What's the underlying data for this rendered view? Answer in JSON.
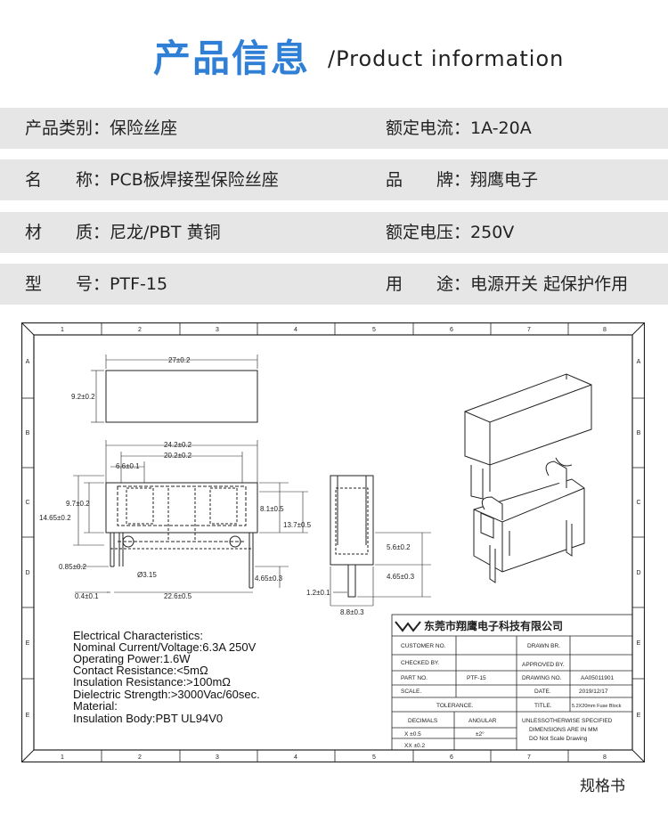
{
  "header": {
    "title_cn": "产品信息",
    "title_en": "/Product information"
  },
  "info_rows": [
    {
      "left_label": "产品类别",
      "left_value": "保险丝座",
      "right_label": "额定电流",
      "right_value": "1A-20A"
    },
    {
      "left_label": "名　　称",
      "left_value": "PCB板焊接型保险丝座",
      "right_label": "品　　牌",
      "right_value": "翔鹰电子"
    },
    {
      "left_label": "材　　质",
      "left_value": "尼龙/PBT 黄铜",
      "right_label": "额定电压",
      "right_value": "250V"
    },
    {
      "left_label": "型　　号",
      "left_value": "PTF-15",
      "right_label": "用　　途",
      "right_value": "电源开关 起保护作用"
    }
  ],
  "colon": "：",
  "drawing": {
    "grid_numbers": [
      "1",
      "2",
      "3",
      "4",
      "5",
      "6",
      "7",
      "8"
    ],
    "grid_letters": [
      "A",
      "B",
      "C",
      "D",
      "E",
      "E"
    ],
    "dimensions": {
      "top_width": "27±0.2",
      "top_height": "9.2±0.2",
      "outer_width": "24.2±0.2",
      "inner_width": "20.2±0.2",
      "small_width": "6.6±0.1",
      "height_9_7": "9.7±0.2",
      "height_14_65": "14.65±0.2",
      "height_8_1": "8.1±0.5",
      "height_13_7": "13.7±0.5",
      "pin_0_85": "0.85±0.2",
      "hole_3_15": "Ø3.15",
      "pin_4_65": "4.65±0.3",
      "pin_0_4": "0.4±0.1",
      "pitch_22_6": "22.6±0.5",
      "side_5_6": "5.6±0.2",
      "side_4_65": "4.65±0.3",
      "side_1_2": "1.2±0.1",
      "side_8_8": "8.8±0.3"
    },
    "specs": [
      "Electrical Characteristics:",
      "Nominal Current/Voltage:6.3A 250V",
      "Operating Power:1.6W",
      "Contact Resistance:<5mΩ",
      "Insulation Resistance:>100mΩ",
      "Dielectric Strength:>3000Vac/60sec.",
      "Material:",
      "Insulation Body:PBT UL94V0"
    ],
    "title_block": {
      "company": "东莞市翔鹰电子科技有限公司",
      "customer_no": "CUSTOMER NO.",
      "drawn_by": "DRAWN BR.",
      "checked_by": "CHECKED BY.",
      "approved_by": "APPROVED BY.",
      "part_no": "PART NO.",
      "part_no_value": "PTF-15",
      "drawing_no": "DRAWING NO.",
      "drawing_no_value": "AA05011901",
      "scale": "SCALE.",
      "date": "DATE.",
      "date_value": "2019/12/17",
      "tolerance": "TOLERANCE.",
      "title_label": "TITLE.",
      "title_value": "5.2X20mm Fuse Block",
      "decimals": "DECIMALS",
      "angular": "ANGULAR",
      "x_tol": "X  ±0.5",
      "xx_tol": "XX  ±0.2",
      "angle_tol": "±2°",
      "note1": "UNLESSOTHERWISE SPECIFIED",
      "note2": "DIMENSIONS ARE IN MM",
      "note3": "DO Not Scale Drawing"
    }
  },
  "footer": "规格书"
}
